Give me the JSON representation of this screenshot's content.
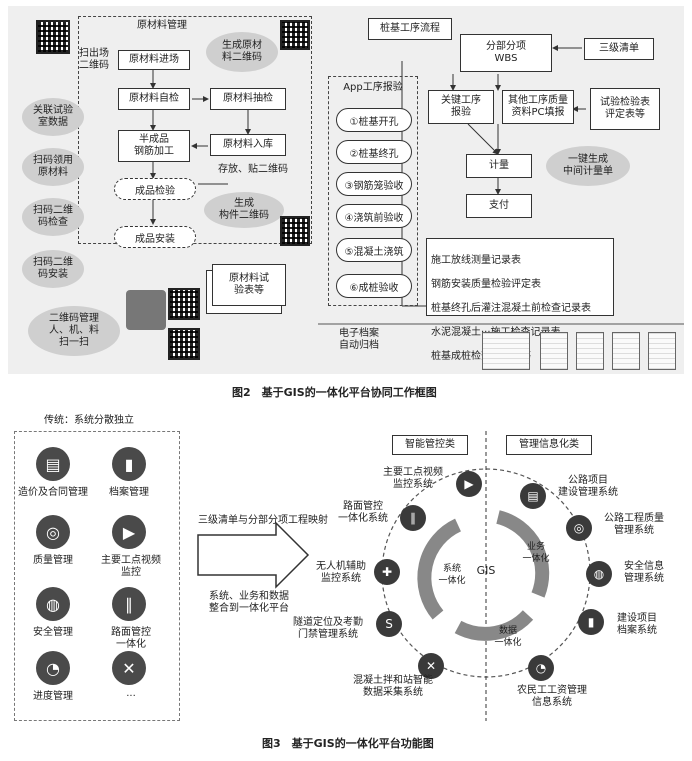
{
  "figure2": {
    "caption": "图2　基于GIS的一体化平台协同工作框图",
    "material_group_title": "原材料管理",
    "boxes": {
      "material_entry": "原材料进场",
      "material_selfcheck": "原材料自检",
      "material_sampling": "原材料抽检",
      "semi_product": "半成品\n钢筋加工",
      "material_storage": "原材料入库",
      "product_check": "成品检验",
      "product_install": "成品安装",
      "material_test_form": "原材料试\n验表等"
    },
    "texts": {
      "scan_entry": "扫出场\n二维码",
      "storage_note": "存放、贴二维码",
      "archive": "电子档案\n自动归档"
    },
    "clouds": {
      "gen_material_qr": "生成原材\n料二维码",
      "lab_data": "关联试验\n室数据",
      "scan_material": "扫码领用\n原材料",
      "scan_check": "扫码二维\n码检查",
      "scan_install": "扫码二维\n码安装",
      "gen_part_qr": "生成\n构件二维码",
      "qr_manage": "二维码管理\n人、机、料\n扫一扫",
      "one_key": "一键生成\n中间计量单"
    },
    "app": {
      "title": "App工序报验",
      "steps": [
        "①桩基开孔",
        "②桩基终孔",
        "③钢筋笼验收",
        "④浇筑前验收",
        "⑤混凝土浇筑",
        "⑥成桩验收"
      ]
    },
    "flow": {
      "title": "桩基工序流程",
      "wbs": "分部分项\nWBS",
      "level3": "三级清单",
      "key_process": "关键工序\n报验",
      "other_process": "其他工序质量\n资料PC填报",
      "test_forms": "试验检验表\n评定表等",
      "measure": "计量",
      "payment": "支付"
    },
    "records": [
      "施工放线测量记录表",
      "钢筋安装质量检验评定表",
      "桩基终孔后灌注混凝土前检查记录表",
      "水泥混凝土···施工检查记录表",
      "桩基成桩检查记录表等"
    ]
  },
  "figure3": {
    "caption": "图3　基于GIS的一体化平台功能图",
    "traditional_title": "传统：系统分散独立",
    "traditional_items": [
      {
        "label": "造价及合同管理",
        "icon": "document-icon"
      },
      {
        "label": "档案管理",
        "icon": "bar-chart-icon"
      },
      {
        "label": "质量管理",
        "icon": "badge-icon"
      },
      {
        "label": "主要工点视频\n监控",
        "icon": "video-icon"
      },
      {
        "label": "安全管理",
        "icon": "fingerprint-icon"
      },
      {
        "label": "路面管控\n一体化",
        "icon": "road-icon"
      },
      {
        "label": "进度管理",
        "icon": "progress-icon"
      },
      {
        "label": "···",
        "icon": "network-icon"
      }
    ],
    "arrow_top": "三级清单与分部分项工程映射",
    "arrow_bottom": "系统、业务和数据\n整合到一体化平台",
    "left_category": "智能管控类",
    "right_category": "管理信息化类",
    "center": "GIS",
    "cycle_labels": [
      "系统\n一体化",
      "业务\n一体化",
      "数据\n一体化"
    ],
    "left_nodes": [
      "主要工点视频\n监控系统",
      "路面管控\n一体化系统",
      "无人机辅助\n监控系统",
      "隧道定位及考勤\n门禁管理系统",
      "混凝土拌和站智能\n数据采集系统"
    ],
    "right_nodes": [
      "公路项目\n建设管理系统",
      "公路工程质量\n管理系统",
      "安全信息\n管理系统",
      "建设项目\n档案系统",
      "农民工工资管理\n信息系统"
    ]
  }
}
